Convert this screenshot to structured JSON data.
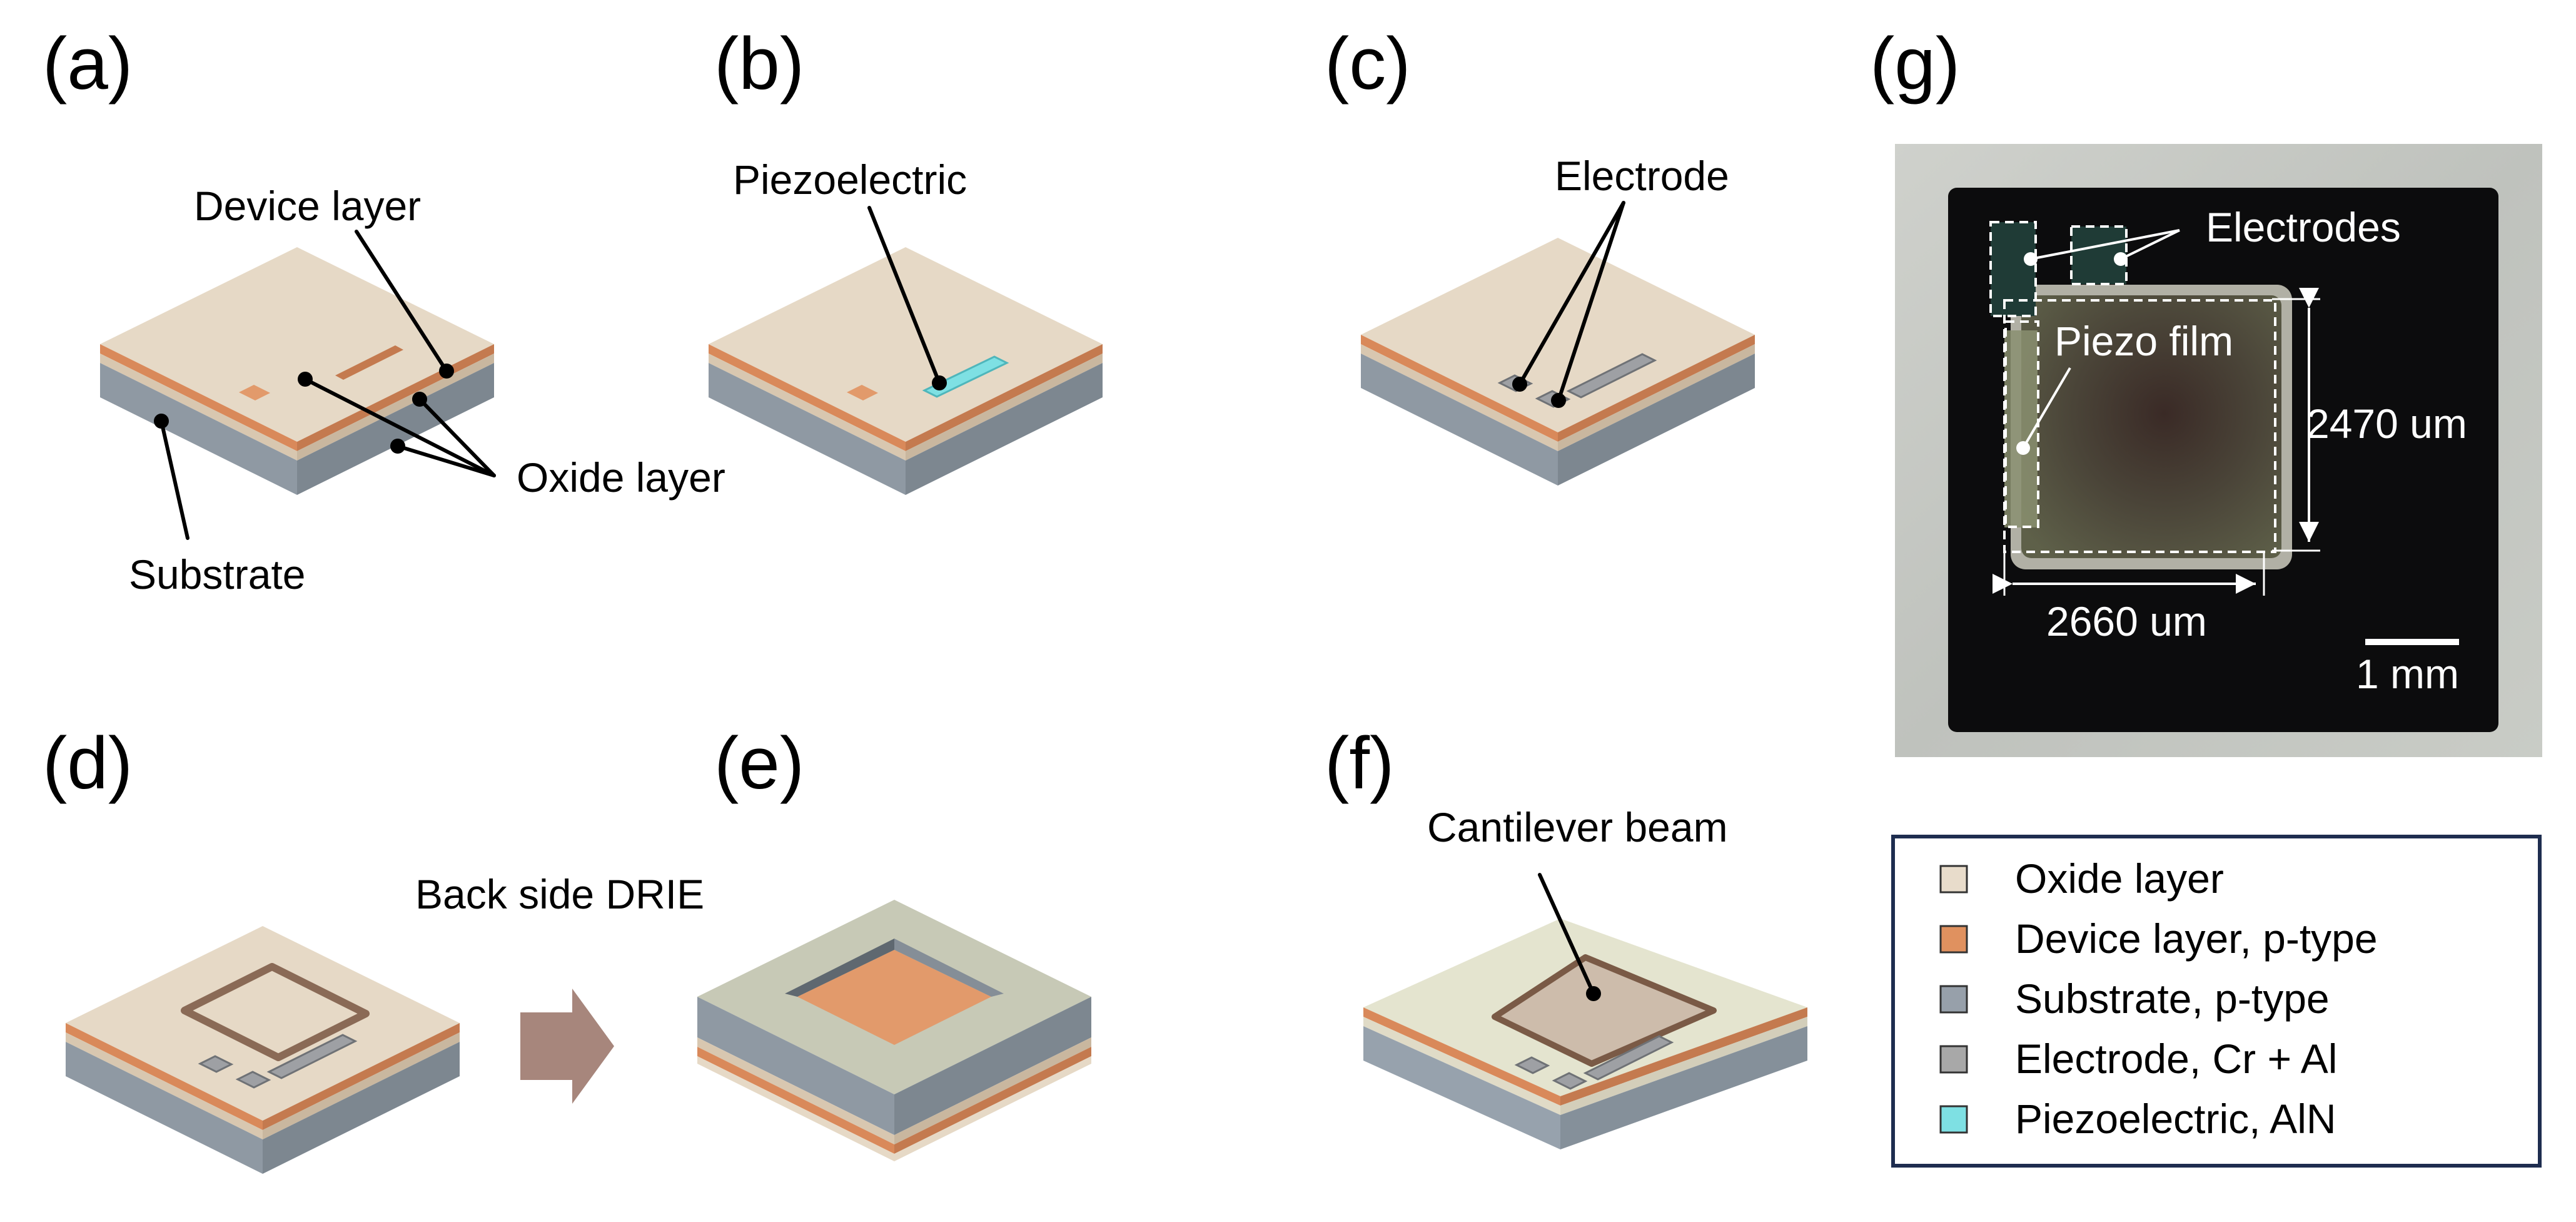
{
  "panels": {
    "a": {
      "label": "(a)",
      "device_layer": "Device layer",
      "oxide_layer": "Oxide layer",
      "substrate": "Substrate"
    },
    "b": {
      "label": "(b)",
      "piezoelectric": "Piezoelectric"
    },
    "c": {
      "label": "(c)",
      "electrode": "Electrode"
    },
    "d": {
      "label": "(d)",
      "back_side": "Back side DRIE"
    },
    "e": {
      "label": "(e)"
    },
    "f": {
      "label": "(f)",
      "cantilever": "Cantilever beam"
    },
    "g": {
      "label": "(g)",
      "electrodes": "Electrodes",
      "piezo_film": "Piezo film",
      "height_dim": "2470 um",
      "width_dim": "2660 um",
      "scale": "1 mm"
    }
  },
  "legend": {
    "items": [
      {
        "label": "Oxide layer",
        "color": "#e8dccb"
      },
      {
        "label": "Device layer, p-type",
        "color": "#e0915f"
      },
      {
        "label": "Substrate, p-type",
        "color": "#97a0aa"
      },
      {
        "label": "Electrode, Cr + Al",
        "color": "#a8a8a8"
      },
      {
        "label": "Piezoelectric, AlN",
        "color": "#7ee0e3"
      }
    ]
  },
  "colors": {
    "oxide_top": "#e6d9c6",
    "device_layer": "#d9895a",
    "substrate": "#8c96a0",
    "electrode": "#9ea0a4",
    "piezo": "#7ee0e3",
    "etched_top": "#cfd1c0",
    "legend_border": "#1e2d4f"
  }
}
